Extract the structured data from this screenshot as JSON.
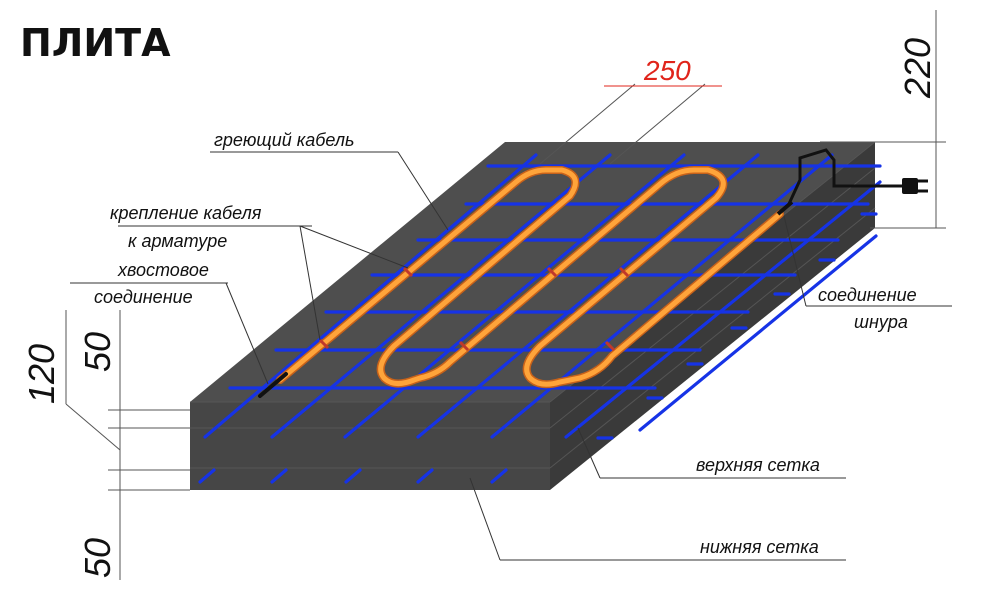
{
  "title": "ПЛИТА",
  "dimensions": {
    "top_thickness": "220",
    "cable_spacing": "250",
    "left_total": "120",
    "left_top": "50",
    "left_bottom": "50"
  },
  "labels": {
    "heating_cable": "греющий кабель",
    "cable_fixing_line1": "крепление кабеля",
    "cable_fixing_line2": "к арматуре",
    "tail_joint_line1": "хвостовое",
    "tail_joint_line2": "соединение",
    "cord_joint_line1": "соединение",
    "cord_joint_line2": "шнура",
    "upper_mesh": "верхняя сетка",
    "lower_mesh": "нижняя сетка"
  },
  "colors": {
    "slab_top": "#4e4e4e",
    "slab_side": "#3c3c3c",
    "slab_front": "#454545",
    "rebar": "#1633e6",
    "cable": "#ffa43a",
    "dimension_accent": "#e0241b"
  }
}
